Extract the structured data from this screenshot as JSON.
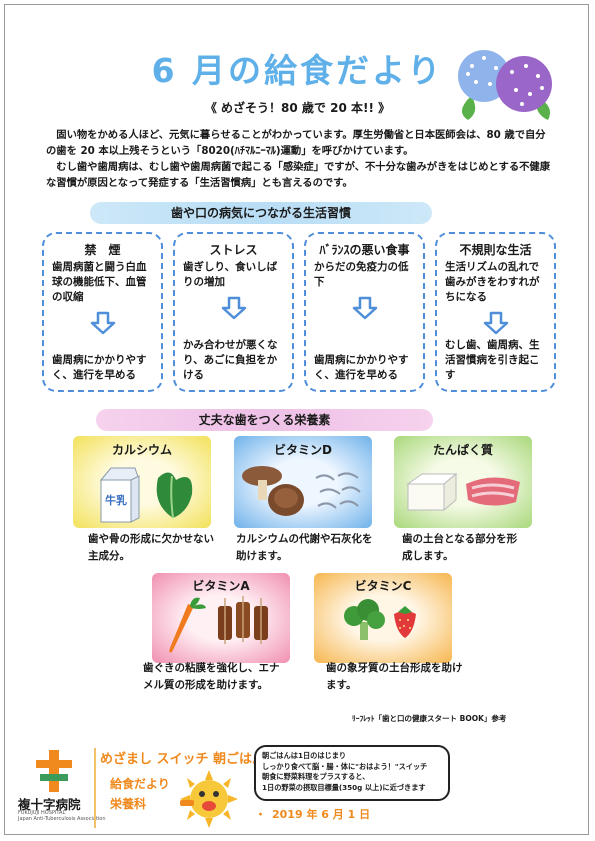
{
  "header": {
    "title": "6 月の給食だより",
    "subtitle": "《 めざそう！80 歳で 20 本!! 》",
    "intro": [
      "固い物をかめる人ほど、元気に暮らせることがわかっています。厚生労働省と日本医師会は、80 歳で自分の歯を 20 本以上残そうという「8020(ﾊﾁﾏﾙﾆｰﾏﾙ)運動」を呼びかけています。",
      "むし歯や歯周病は、むし歯や歯周病菌で起こる「感染症」ですが、不十分な歯みがきをはじめとする不健康な習慣が原因となって発症する「生活習慣病」とも言えるのです。"
    ]
  },
  "section1": {
    "heading": "歯や口の病気につながる生活習慣",
    "cards": [
      {
        "title": "禁　煙",
        "text": "歯周病菌と闘う白血球の機能低下、血管の収縮",
        "result": "歯周病にかかりやすく、進行を早める"
      },
      {
        "title": "ストレス",
        "text": "歯ぎしり、食いしばりの増加",
        "result": "かみ合わせが悪くなり、あごに負担をかける"
      },
      {
        "title": "ﾊﾞﾗﾝｽの悪い食事",
        "text": "からだの免疫力の低下",
        "result": "歯周病にかかりやすく、進行を早める"
      },
      {
        "title": "不規則な生活",
        "text": "生活リズムの乱れで歯みがきをわすれがちになる",
        "result": "むし歯、歯周病、生活習慣病を引き起こす"
      }
    ]
  },
  "section2": {
    "heading": "丈夫な歯をつくる栄養素",
    "nutrients": [
      {
        "name": "カルシウム",
        "text": "歯や骨の形成に欠かせない主成分。",
        "color": "#f2e15a"
      },
      {
        "name": "ビタミンD",
        "text": "カルシウムの代謝や石灰化を助けます。",
        "color": "#6fb2ea"
      },
      {
        "name": "たんぱく質",
        "text": "歯の土台となる部分を形成します。",
        "color": "#a8d87a"
      },
      {
        "name": "ビタミンA",
        "text": "歯ぐきの粘膜を強化し、エナメル質の形成を助けます。",
        "color": "#f08fb0"
      },
      {
        "name": "ビタミンC",
        "text": "歯の象牙質の土台形成を助けます。",
        "color": "#f6b64e"
      }
    ],
    "reference": "ﾘｰﾌﾚｯﾄ「歯と口の健康スタート BOOK」参考"
  },
  "footer": {
    "campaign": "めざまし スイッチ 朝ごはん",
    "bubble": [
      "朝ごはんは1日のはじまり",
      "しっかり食べて脳・腸・体に\"おはよう！\"スイッチ",
      "朝食に野菜料理をプラスすると、",
      "1日の野菜の摂取目標量(350g 以上)に近づきます"
    ],
    "newsletter": "給食だより",
    "department": "栄養科",
    "bullet": "・",
    "date": "2019 年 6 月 1 日",
    "hospital": "複十字病院",
    "hospital_en": "FUKUJUJI HOSPITAL",
    "hospital_en2": "Japan Anti-Tuberculosis Association"
  },
  "colors": {
    "title": "#5fb0e8",
    "card_border": "#4f8ed8",
    "arrow": "#4f8ed8",
    "footer_text": "#f08a1e",
    "logo": "#f08a1e",
    "logo_green": "#3a9b5a"
  }
}
